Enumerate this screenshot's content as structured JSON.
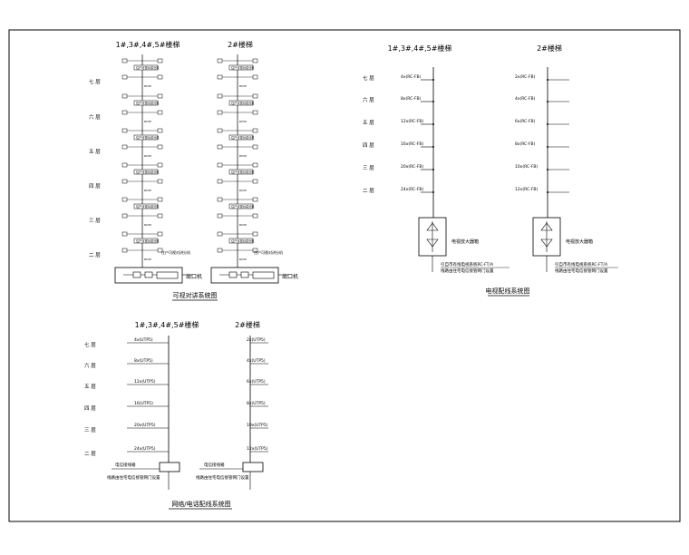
{
  "intercom": {
    "heading_a": "1#,3#,4#,5#楼梯",
    "heading_b": "2#楼梯",
    "floors": [
      "七 层",
      "六 层",
      "五 层",
      "四 层",
      "三 层",
      "二 层"
    ],
    "unit_label": "住户可视对讲分机",
    "cable_mark": "RVVP",
    "extra_a": "住户可视对讲分机",
    "door_label": "出口机",
    "caption": "可视对讲系统图"
  },
  "catv": {
    "heading_a": "1#,3#,4#,5#楼梯",
    "heading_b": "2#楼梯",
    "floors": [
      "七 层",
      "六 层",
      "五 层",
      "四 层",
      "三 层",
      "二 层"
    ],
    "cables_a": [
      "4x(RC-FB)",
      "8x(RC-FB)",
      "12x(RC-FB)",
      "16x(RC-FB)",
      "20x(RC-FB)",
      "24x(RC-FB)"
    ],
    "cables_b": [
      "2x(RC-FB)",
      "4x(RC-FB)",
      "6x(RC-FB)",
      "8x(RC-FB)",
      "10x(RC-FB)",
      "12x(RC-FB)"
    ],
    "box_label": "电视放大器箱",
    "entry_a_1": "引自市有线电视系统RC-FT/A",
    "entry_a_2": "线路由住宅电信接管网门设置",
    "entry_b_1": "引自市有线电视系统RC-FT/A",
    "entry_b_2": "线路由住宅电信接管网门设置",
    "caption": "电视配线系统图"
  },
  "network": {
    "heading_a": "1#,3#,4#,5#楼梯",
    "heading_b": "2#楼梯",
    "floors": [
      "七 层",
      "六 层",
      "五 层",
      "四 层",
      "三 层",
      "二 层"
    ],
    "cables_a": [
      "4x(UTP5)",
      "8x(UTP5)",
      "12x(UTP5)",
      "16(UTP5)",
      "20x(UTP5)",
      "24x(UTP5)"
    ],
    "cables_b": [
      "2x(UTP5)",
      "4x(UTP5)",
      "6x(UTP5)",
      "8x(UTP5)",
      "10x(UTP5)",
      "12x(UTP5)"
    ],
    "box_label": "电信接线箱",
    "entry_1": "线路由住宅电信接管网门设置",
    "caption": "网络/电话配线系统图"
  }
}
